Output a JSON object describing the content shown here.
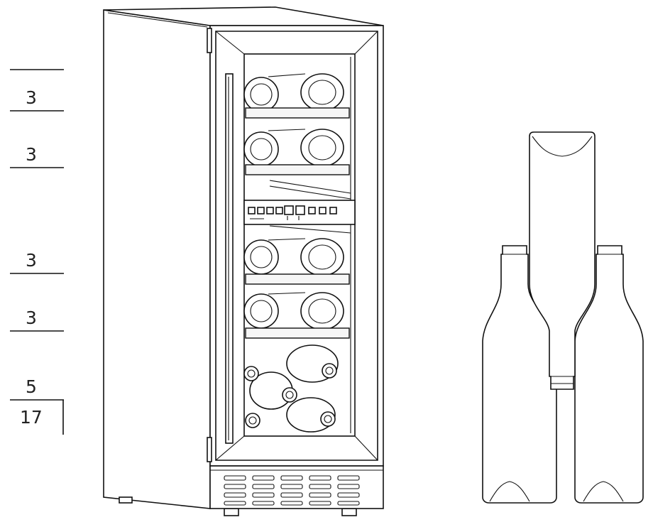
{
  "shelf_capacity": {
    "rows": [
      {
        "label": "3",
        "kind": "shelf"
      },
      {
        "label": "3",
        "kind": "shelf"
      },
      {
        "label": "3",
        "kind": "shelf"
      },
      {
        "label": "3",
        "kind": "shelf"
      },
      {
        "label": "5",
        "kind": "bottom"
      }
    ],
    "total": "17"
  },
  "control_panel": {
    "icons": [
      "button-icon",
      "button-icon",
      "button-icon",
      "button-icon",
      "display-icon",
      "display-icon",
      "button-icon",
      "button-icon",
      "button-icon"
    ]
  },
  "bottle_size_reference": {
    "bottles": [
      "standing-bottle-left",
      "lying-bottle-center",
      "standing-bottle-right"
    ]
  }
}
